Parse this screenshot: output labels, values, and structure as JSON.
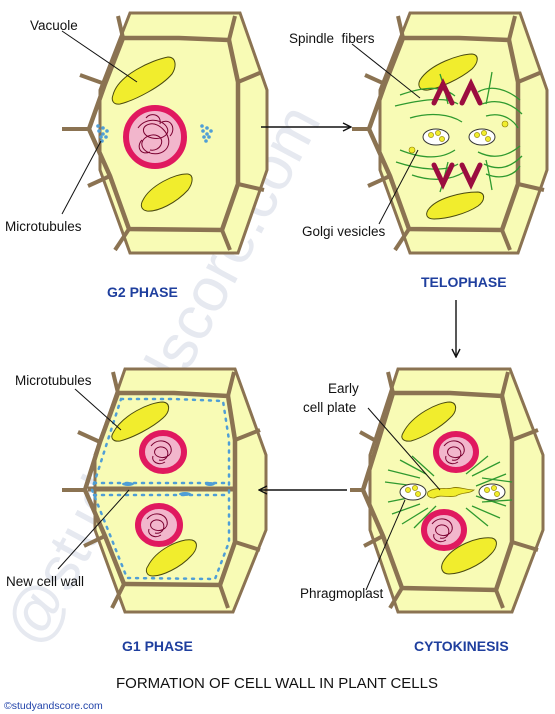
{
  "title": "FORMATION OF CELL WALL IN PLANT CELLS",
  "copyright": "©studyandscore.com",
  "watermark": "@studyandscore.com",
  "colors": {
    "cytoplasm": "#f8fbb5",
    "cell_wall": "#8b7352",
    "vacuole": "#f1ed2d",
    "nucleus_fill": "#f2b6cc",
    "nucleus_ring": "#e0195f",
    "chromatin": "#7a0030",
    "microtubule": "#4f9ed6",
    "spindle": "#2f9a2f",
    "chromosome": "#9b0d3f",
    "phase_label": "#1f3f9e"
  },
  "panels": {
    "g2": {
      "phase": "G2 PHASE",
      "labels": {
        "vacuole": "Vacuole",
        "microtubules": "Microtubules"
      }
    },
    "telophase": {
      "phase": "TELOPHASE",
      "labels": {
        "spindle": "Spindle  fibers",
        "golgi": "Golgi vesicles"
      }
    },
    "cytokinesis": {
      "phase": "CYTOKINESIS",
      "labels": {
        "early_1": "Early",
        "early_2": "cell plate",
        "phragmoplast": "Phragmoplast"
      }
    },
    "g1": {
      "phase": "G1 PHASE",
      "labels": {
        "microtubules": "Microtubules",
        "new_wall": "New cell wall"
      }
    }
  }
}
